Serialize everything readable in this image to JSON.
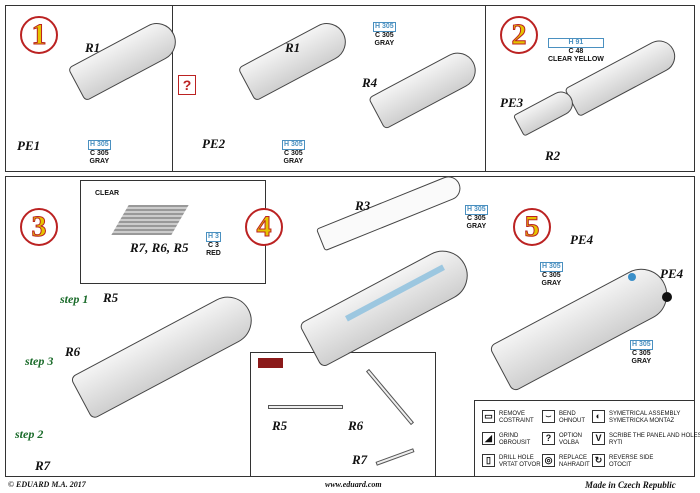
{
  "steps": {
    "s1": "1",
    "s2": "2",
    "s3": "3",
    "s4": "4",
    "s5": "5"
  },
  "option_mark": "?",
  "parts": {
    "r1a": "R1",
    "pe1": "PE1",
    "r1b": "R1",
    "pe2": "PE2",
    "r4": "R4",
    "pe3": "PE3",
    "r2": "R2",
    "r3": "R3",
    "r765": "R7, R6, R5",
    "r5": "R5",
    "r6": "R6",
    "r7": "R7",
    "pe4a": "PE4",
    "pe4b": "PE4",
    "r5d": "R5",
    "r6d": "R6",
    "r7d": "R7"
  },
  "substeps": {
    "step1": "step 1",
    "step3": "step 3",
    "step2": "step 2"
  },
  "colors": {
    "c1": {
      "h": "H 305",
      "c": "C 305",
      "name": "GRAY"
    },
    "c2": {
      "h": "H 305",
      "c": "C 305",
      "name": "GRAY"
    },
    "c3": {
      "h": "H 305",
      "c": "C 305",
      "name": "GRAY"
    },
    "c4": {
      "h": "H 91",
      "c": "C 48",
      "name": "CLEAR YELLOW"
    },
    "c5": {
      "h": "H 3",
      "c": "C 3",
      "name": "RED"
    },
    "c6": {
      "h": "H 305",
      "c": "C 305",
      "name": "GRAY"
    },
    "c7": {
      "h": "H 305",
      "c": "C 305",
      "name": "GRAY"
    },
    "c8": {
      "h": "H 305",
      "c": "C 305",
      "name": "GRAY"
    }
  },
  "clear_label": "CLEAR",
  "legend": [
    {
      "icon": "remove",
      "label": "REMOVE\nCOSTRAINT"
    },
    {
      "icon": "bend",
      "label": "BEND\nOHNOUT"
    },
    {
      "icon": "symmetrical",
      "label": "SYMETRICAL ASSEMBLY\nSYMETRICKA MONTAZ"
    },
    {
      "icon": "grind",
      "label": "GRIND\nOBROUSIT"
    },
    {
      "icon": "option",
      "label": "OPTION\nVOLBA"
    },
    {
      "icon": "scribe",
      "label": "SCRIBE THE PANEL AND HOLES\nRYTI"
    },
    {
      "icon": "drill",
      "label": "DRILL HOLE\nVRTAT OTVOR"
    },
    {
      "icon": "replace",
      "label": "REPLACE\nNAHRADIT"
    },
    {
      "icon": "reverse",
      "label": "REVERSE SIDE\nOTOCIT"
    }
  ],
  "footer": {
    "copyright": "© EDUARD  M.A. 2017",
    "url": "www.eduard.com",
    "made": "Made in Czech Republic"
  },
  "accent": "#b22222"
}
